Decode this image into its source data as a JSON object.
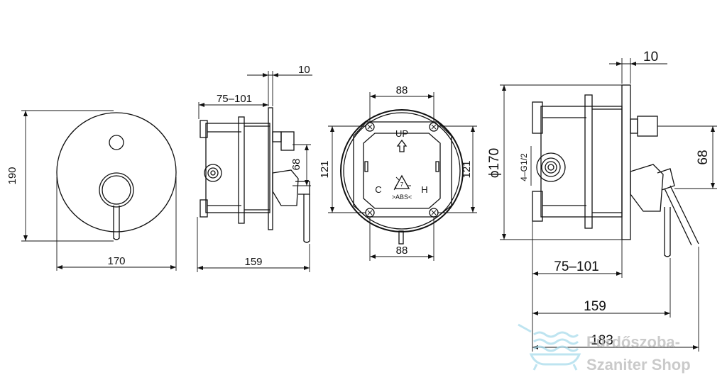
{
  "view_front": {
    "width": "170",
    "height": "190"
  },
  "view_side": {
    "depth_range": "75–101",
    "flange": "10",
    "total_depth": "159",
    "outlet": "68"
  },
  "view_box": {
    "top_width": "88",
    "bottom_width": "88",
    "left_height": "121",
    "right_height": "121",
    "up_label": "UP",
    "cold_label": "C",
    "hot_label": "H",
    "recycle_number": "7",
    "material": ">ABS<"
  },
  "view_section": {
    "flange": "10",
    "diameter": "ϕ170",
    "thread": "4–G1/2",
    "outlet": "68",
    "depth_range": "75–101",
    "depth": "159",
    "total_depth": "183"
  },
  "watermark": {
    "line1": "Fürdőszoba-",
    "line2": "Szaniter Shop"
  }
}
